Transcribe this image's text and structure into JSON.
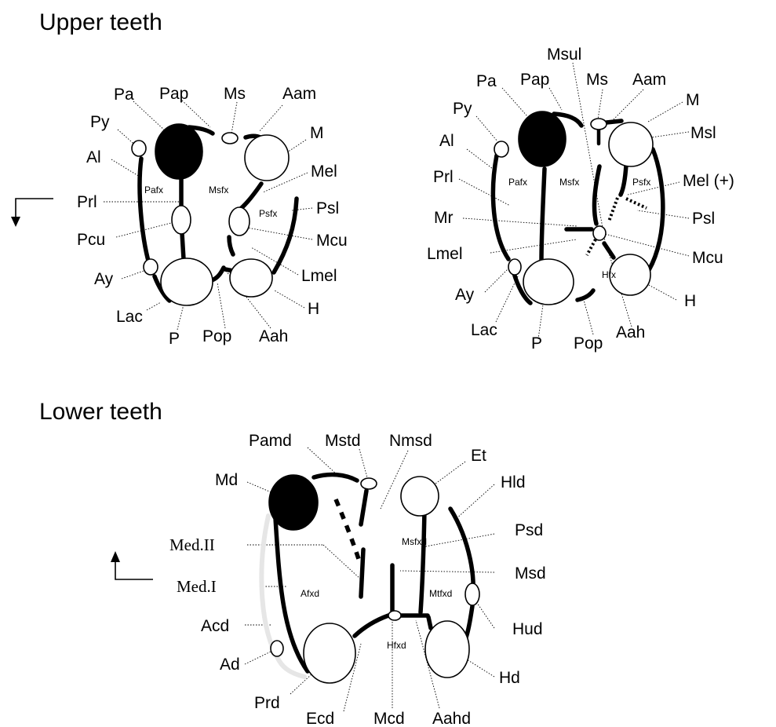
{
  "headings": {
    "upper": "Upper teeth",
    "lower": "Lower teeth"
  },
  "upper_left": {
    "labels": {
      "pa": "Pa",
      "pap": "Pap",
      "ms": "Ms",
      "aam": "Aam",
      "py": "Py",
      "m": "M",
      "al": "Al",
      "mel": "Mel",
      "prl": "Prl",
      "psl": "Psl",
      "pcu": "Pcu",
      "mcu": "Mcu",
      "lmel": "Lmel",
      "ay": "Ay",
      "h": "H",
      "lac": "Lac",
      "p": "P",
      "pop": "Pop",
      "aah": "Aah"
    },
    "regions": {
      "pafx": "Pafx",
      "msfx": "Msfx",
      "psfx": "Psfx"
    }
  },
  "upper_right": {
    "labels": {
      "msul": "Msul",
      "pa": "Pa",
      "pap": "Pap",
      "ms": "Ms",
      "aam": "Aam",
      "py": "Py",
      "m": "M",
      "al": "Al",
      "msl": "Msl",
      "prl": "Prl",
      "mel_plus": "Mel (+)",
      "mr": "Mr",
      "psl": "Psl",
      "lmel": "Lmel",
      "mcu": "Mcu",
      "ay": "Ay",
      "h": "H",
      "lac": "Lac",
      "aah": "Aah",
      "p": "P",
      "pop": "Pop"
    },
    "regions": {
      "pafx": "Pafx",
      "msfx": "Msfx",
      "psfx": "Psfx",
      "hfx": "Hfx"
    }
  },
  "lower": {
    "labels": {
      "pamd": "Pamd",
      "mstd": "Mstd",
      "nmsd": "Nmsd",
      "et": "Et",
      "md": "Md",
      "hld": "Hld",
      "psd": "Psd",
      "med2": "Med.II",
      "msd": "Msd",
      "med1": "Med.I",
      "acd": "Acd",
      "hud": "Hud",
      "ad": "Ad",
      "hd": "Hd",
      "prd": "Prd",
      "ecd": "Ecd",
      "mcd": "Mcd",
      "aahd": "Aahd"
    },
    "regions": {
      "msfxd": "Msfxd",
      "afxd": "Afxd",
      "mtfxd": "Mtfxd",
      "hfxd": "Hfxd"
    }
  },
  "icons": [
    "direction-arrow-down",
    "direction-arrow-up"
  ],
  "colors": {
    "line": "#000000",
    "cusp_fill": "#ffffff",
    "shaded_cusp": "#000000",
    "faint_crest": "#e6e6e6"
  }
}
